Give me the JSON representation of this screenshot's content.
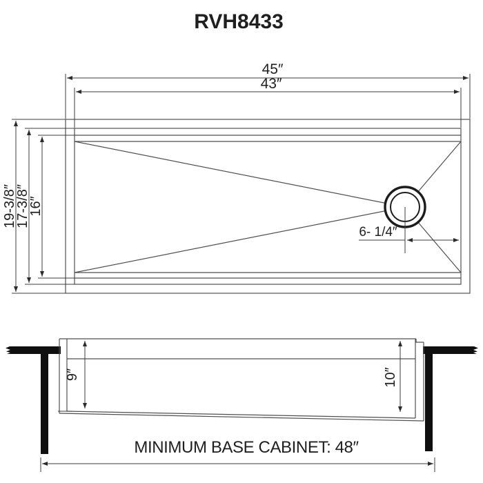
{
  "title": "RVH8433",
  "top_view": {
    "dim_overall_width": "45″",
    "dim_inner_width": "43″",
    "dim_overall_depth": "19-3/8″",
    "dim_inner_depth": "17-3/8″",
    "dim_bowl_depth": "16″",
    "dim_drain_offset": "6- 1/4″"
  },
  "section_view": {
    "dim_left_depth": "9″",
    "dim_right_depth": "10″",
    "cabinet_note": "MINIMUM BASE CABINET: 48″"
  },
  "colors": {
    "line": "#4f4f4f",
    "dimension_line": "#3c3c3c",
    "solid_fill": "#0f0f0f",
    "text": "#1f1f1f",
    "background": "#ffffff"
  }
}
